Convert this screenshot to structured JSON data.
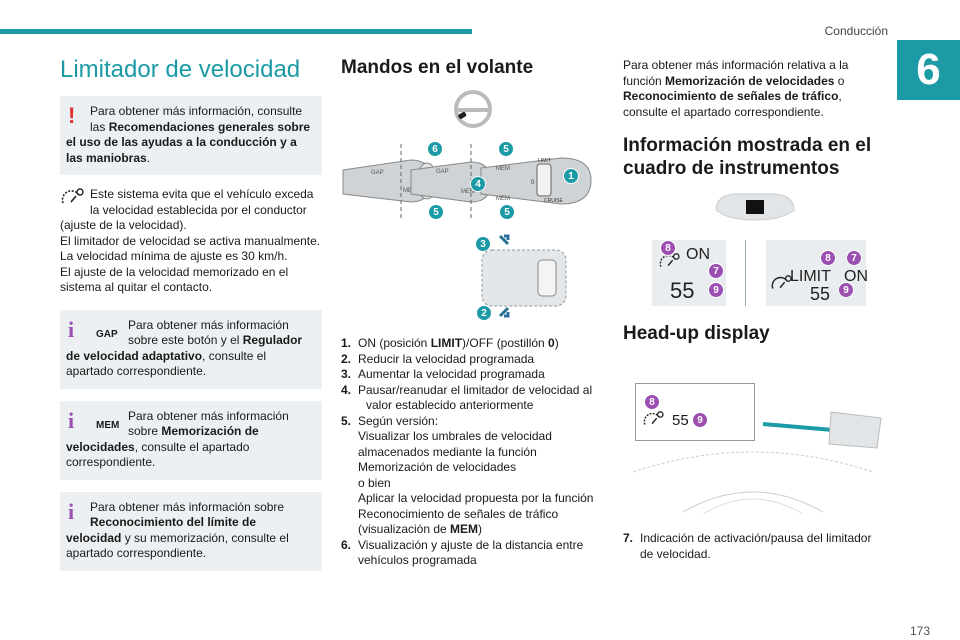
{
  "header": {
    "section": "Conducción",
    "chapter": "6"
  },
  "col1": {
    "title": "Limitador de velocidad",
    "warn_box": {
      "line1": "Para obtener más información, consulte",
      "line2_pre": "las ",
      "line2_bold": "Recomendaciones generales sobre",
      "line3_bold": "el uso de las ayudas a la conducción y a",
      "line4_bold": "las maniobras",
      "line4_post": "."
    },
    "intro": {
      "line1": "Este sistema evita que el vehículo exceda",
      "line2": "la velocidad establecida por el conductor",
      "line3": "(ajuste de la velocidad).",
      "line4": "El limitador de velocidad se activa manualmente.",
      "line5": "La velocidad mínima de ajuste es 30 km/h.",
      "line6": "El ajuste de la velocidad memorizado en el",
      "line7": "sistema al quitar el contacto."
    },
    "gap_box": {
      "tag": "GAP",
      "line1": "Para obtener más información",
      "line2_pre": "sobre este botón y el ",
      "line2_bold": "Regulador",
      "line3_bold": "de velocidad adaptativo",
      "line3_post": ", consulte el",
      "line4": "apartado correspondiente."
    },
    "mem_box": {
      "tag": "MEM",
      "line1": "Para obtener más información",
      "line2_pre": "sobre ",
      "line2_bold": "Memorización de",
      "line3_bold": "velocidades",
      "line3_post": ", consulte el apartado",
      "line4": "correspondiente."
    },
    "rec_box": {
      "line1": "Para obtener más información sobre",
      "line2_bold": "Reconocimiento del límite de",
      "line3_bold": "velocidad",
      "line3_post": " y su memorización, consulte el",
      "line4": "apartado correspondiente."
    }
  },
  "col2": {
    "title": "Mandos en el volante",
    "stalk_labels": {
      "gap": "GAP",
      "mem": "MEM",
      "limit": "LIMIT",
      "zero": "0",
      "cruise": "CRUISE"
    },
    "items": [
      {
        "n": "1.",
        "pre": "ON (posición ",
        "bold": "LIMIT",
        "mid": ")/OFF (postillón ",
        "bold2": "0",
        "post": ")"
      },
      {
        "n": "2.",
        "text": "Reducir la velocidad programada"
      },
      {
        "n": "3.",
        "text": "Aumentar la velocidad programada"
      },
      {
        "n": "4.",
        "text": "Pausar/reanudar el limitador de velocidad al",
        "text2": "valor establecido anteriormente"
      },
      {
        "n": "5.",
        "text": "Según versión:",
        "text2": "Visualizar los umbrales de velocidad",
        "text3": "almacenados mediante la función",
        "text4": "Memorización de velocidades",
        "text5": "o bien",
        "text6": "Aplicar la velocidad propuesta por la función",
        "text7": "Reconocimiento de señales de tráfico",
        "text8_pre": "(visualización de ",
        "text8_bold": "MEM",
        "text8_post": ")"
      },
      {
        "n": "6.",
        "text": "Visualización y ajuste de la distancia entre",
        "text2": "vehículos programada"
      }
    ]
  },
  "col3": {
    "intro_line1": "Para obtener más información relativa a la",
    "intro_line2_pre": "función ",
    "intro_line2_bold": "Memorización de velocidades",
    "intro_line2_post": " o",
    "intro_line3_bold": "Reconocimiento de señales de tráfico",
    "intro_line3_post": ",",
    "intro_line4": "consulte el apartado correspondiente.",
    "title_info": "Información mostrada en el cuadro de instrumentos",
    "panel_left_on": "ON",
    "panel_left_speed": "55",
    "panel_right_limit": "LIMIT",
    "panel_right_on": "ON",
    "panel_right_speed": "55",
    "title_hud": "Head-up display",
    "hud_speed": "55",
    "item7_n": "7.",
    "item7_line1": "Indicación de activación/pausa del limitador",
    "item7_line2": "de velocidad."
  },
  "badges": {
    "b1": "1",
    "b2": "2",
    "b3": "3",
    "b4": "4",
    "b5": "5",
    "b6": "6",
    "b7": "7",
    "b8": "8",
    "b9": "9"
  },
  "footer": {
    "page": "173"
  },
  "colors": {
    "teal": "#1c9aa6",
    "warn": "#e0312f",
    "purple": "#9b4fb1",
    "box": "#ecf0f2"
  }
}
